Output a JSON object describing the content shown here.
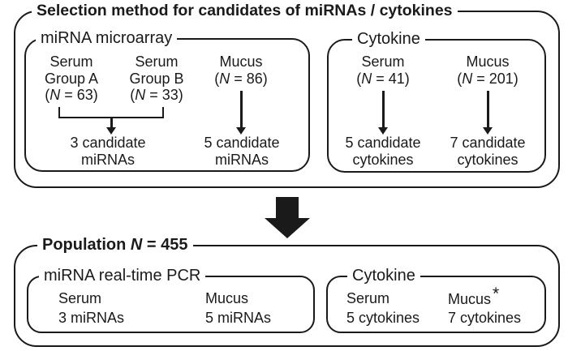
{
  "title": "Selection method for candidates of miRNAs / cytokines",
  "top": {
    "mirna": {
      "label": "miRNA microarray",
      "col_a": {
        "l1": "Serum",
        "l2": "Group A",
        "n_pre": "(",
        "n_sym": "N",
        "n_post": " = 63)"
      },
      "col_b": {
        "l1": "Serum",
        "l2": "Group B",
        "n_pre": "(",
        "n_sym": "N",
        "n_post": " = 33)"
      },
      "col_mucus": {
        "l1": "Mucus",
        "n_pre": "(",
        "n_sym": "N",
        "n_post": " = 86)"
      },
      "result_ab": {
        "l1": "3 candidate",
        "l2": "miRNAs"
      },
      "result_mucus": {
        "l1": "5 candidate",
        "l2": "miRNAs"
      }
    },
    "cytokine": {
      "label": "Cytokine",
      "col_serum": {
        "l1": "Serum",
        "n_pre": "(",
        "n_sym": "N",
        "n_post": " = 41)"
      },
      "col_mucus": {
        "l1": "Mucus",
        "n_pre": "(",
        "n_sym": "N",
        "n_post": " = 201)"
      },
      "result_serum": {
        "l1": "5 candidate",
        "l2": "cytokines"
      },
      "result_mucus": {
        "l1": "7 candidate",
        "l2": "cytokines"
      }
    }
  },
  "bottom": {
    "population_pre": "Population ",
    "population_sym": "N",
    "population_post": " = 455",
    "pcr": {
      "label": "miRNA real-time PCR",
      "serum": {
        "l1": "Serum",
        "l2": "3 miRNAs"
      },
      "mucus": {
        "l1": "Mucus",
        "l2": "5 miRNAs"
      }
    },
    "cytokine": {
      "label": "Cytokine",
      "serum": {
        "l1": "Serum",
        "l2": "5 cytokines"
      },
      "mucus": {
        "l1": "Mucus",
        "sup": "*",
        "l2": "7 cytokines"
      }
    }
  },
  "colors": {
    "ink": "#1a1a1a",
    "background": "#ffffff"
  }
}
